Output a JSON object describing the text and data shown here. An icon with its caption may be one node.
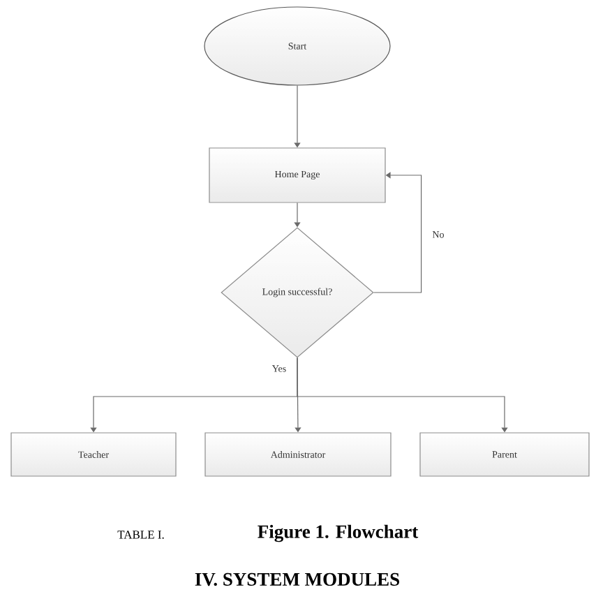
{
  "diagram": {
    "caption": "Figure 1. Flowchart",
    "nodes": [
      {
        "text": [
          "Start"
        ]
      },
      {
        "text": [
          "Home Page"
        ]
      },
      {
        "text": [
          "Login successful?"
        ]
      },
      {
        "text": [
          "Teacher"
        ]
      },
      {
        "text": [
          "Administrator"
        ]
      },
      {
        "text": [
          "Parent"
        ]
      }
    ],
    "edges": [
      {
        "from": 0,
        "to": 1,
        "arrow": "to"
      },
      {
        "from": 1,
        "to": 2,
        "arrow": "to"
      },
      {
        "from": 2,
        "to": 1,
        "arrow": "to",
        "label": "No"
      },
      {
        "from": 2,
        "to": 3,
        "arrow": "to"
      },
      {
        "from": 2,
        "to": 4,
        "arrow": "to",
        "label": "Yes"
      },
      {
        "from": 2,
        "to": 5,
        "arrow": "to"
      }
    ],
    "labels": [
      "TABLE I.",
      "IV. SYSTEM MODULES"
    ]
  }
}
